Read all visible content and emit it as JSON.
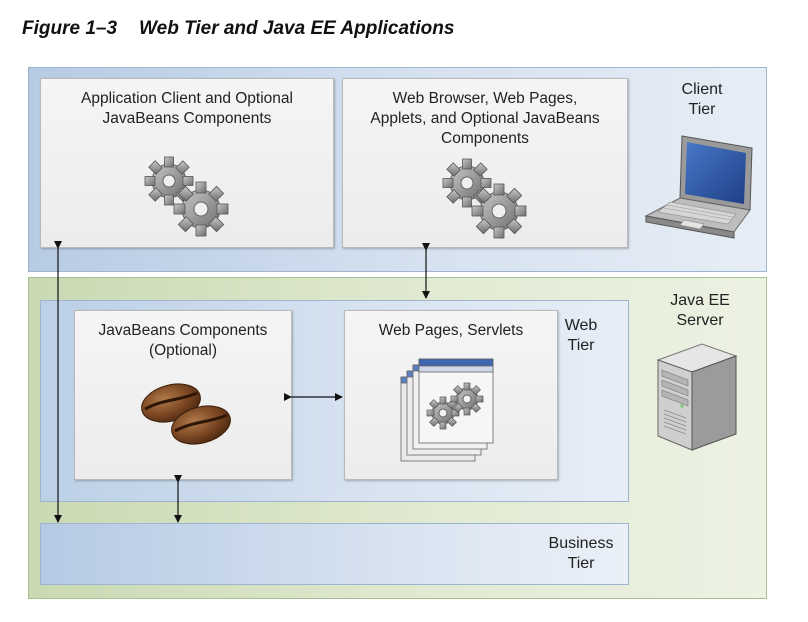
{
  "figure": {
    "number": "Figure 1–3",
    "title": "Web Tier and Java EE Applications"
  },
  "tiers": {
    "client": "Client\nTier",
    "server": "Java EE\nServer",
    "web": "Web\nTier",
    "business": "Business\nTier"
  },
  "boxes": {
    "app_client": "Application Client and Optional\nJavaBeans Components",
    "web_browser": "Web Browser, Web Pages,\nApplets, and Optional JavaBeans\nComponents",
    "javabeans": "JavaBeans Components\n(Optional)",
    "web_pages": "Web Pages, Servlets"
  },
  "icons": {
    "app_client": "gears-icon",
    "web_browser": "gears-icon",
    "client_tier": "laptop-icon",
    "server": "server-tower-icon",
    "javabeans": "coffee-beans-icon",
    "web_pages": "web-pages-gears-icon"
  }
}
